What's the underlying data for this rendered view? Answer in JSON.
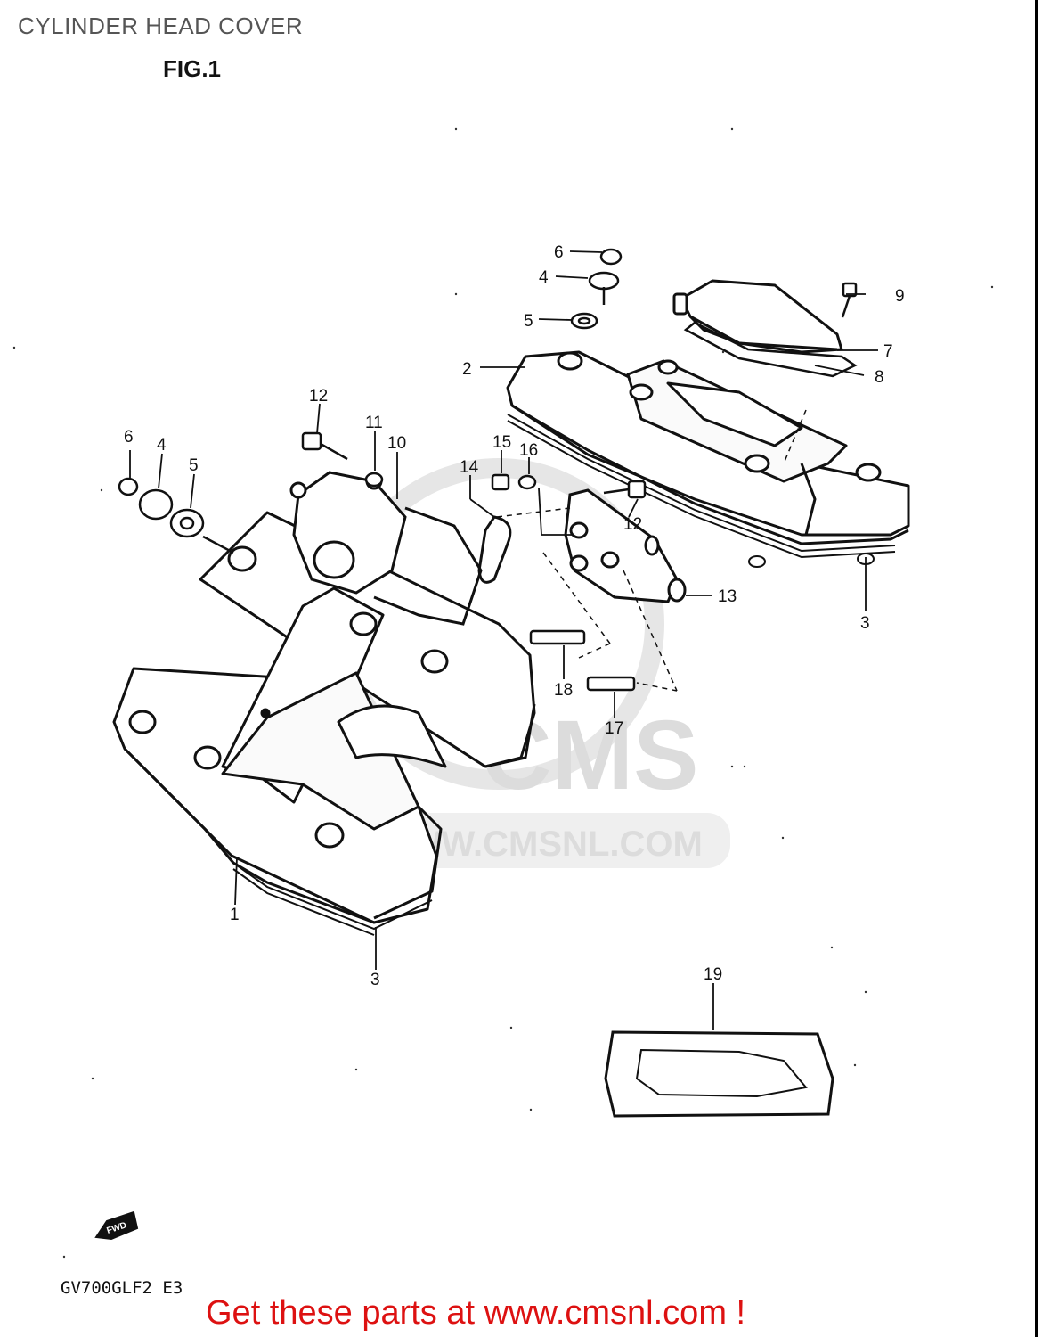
{
  "header": {
    "title": "CYLINDER HEAD COVER",
    "figure_label": "FIG.1"
  },
  "callouts": {
    "n1": "1",
    "n2": "2",
    "n3": "3",
    "n4": "4",
    "n5": "5",
    "n6": "6",
    "n7": "7",
    "n8": "8",
    "n9": "9",
    "n10": "10",
    "n11": "11",
    "n12": "12",
    "n13": "13",
    "n14": "14",
    "n15": "15",
    "n16": "16",
    "n17": "17",
    "n18": "18",
    "n19": "19"
  },
  "fwd_arrow": {
    "label": "FWD"
  },
  "watermark": {
    "brand": "CMS",
    "url": "WWW.CMSNL.COM"
  },
  "footer": {
    "model_code": "GV700GLF2 E3",
    "cta": "Get these parts at www.cmsnl.com !",
    "cta_color": "#dd1111"
  }
}
